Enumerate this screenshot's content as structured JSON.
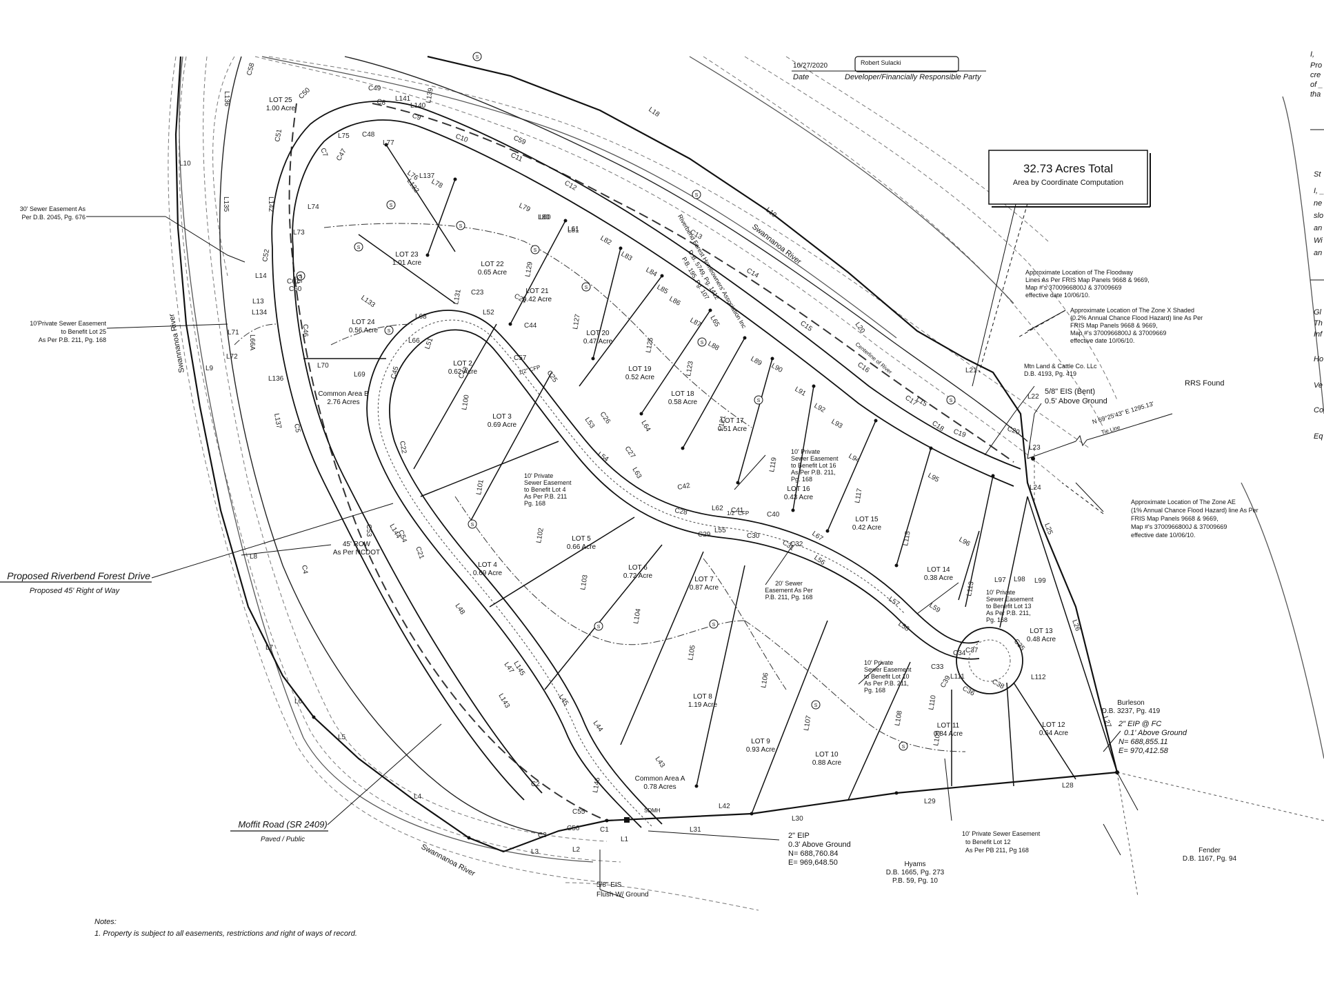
{
  "header": {
    "date_value": "10/27/2020",
    "date_label": "Date",
    "signature": "Robert Sulacki",
    "party_label": "Developer/Financially Responsible Party"
  },
  "acreage_box": {
    "total": "32.73 Acres Total",
    "method": "Area by Coordinate Computation"
  },
  "right_edge_text": [
    "Pro",
    "cre",
    "of _",
    "tha",
    "St",
    "I, _",
    "ne",
    "slo",
    "an",
    "Wi",
    "an",
    "Gl",
    "Th",
    "Inf",
    "Ho",
    "Ve",
    "Co",
    "Eq"
  ],
  "lots": [
    {
      "name": "LOT 25",
      "area": "1.00 Acre"
    },
    {
      "name": "LOT 23",
      "area": "1.01 Acre"
    },
    {
      "name": "LOT 22",
      "area": "0.65 Acre"
    },
    {
      "name": "LOT 21",
      "area": "0.42 Acre"
    },
    {
      "name": "LOT 24",
      "area": "0.56 Acre"
    },
    {
      "name": "LOT 20",
      "area": "0.47 Acre"
    },
    {
      "name": "LOT 19",
      "area": "0.52 Acre"
    },
    {
      "name": "LOT 2",
      "area": "0.62 Acre"
    },
    {
      "name": "LOT 18",
      "area": "0.58 Acre"
    },
    {
      "name": "LOT 3",
      "area": "0.69 Acre"
    },
    {
      "name": "LOT 17",
      "area": "0.51 Acre"
    },
    {
      "name": "LOT 16",
      "area": "0.43 Acre"
    },
    {
      "name": "LOT 15",
      "area": "0.42 Acre"
    },
    {
      "name": "LOT 5",
      "area": "0.66 Acre"
    },
    {
      "name": "LOT 4",
      "area": "0.69 Acre"
    },
    {
      "name": "LOT 6",
      "area": "0.72 Acre"
    },
    {
      "name": "LOT 7",
      "area": "0.87 Acre"
    },
    {
      "name": "LOT 14",
      "area": "0.38 Acre"
    },
    {
      "name": "LOT 13",
      "area": "0.48 Acre"
    },
    {
      "name": "LOT 8",
      "area": "1.19 Acre"
    },
    {
      "name": "LOT 11",
      "area": "0.84 Acre"
    },
    {
      "name": "LOT 12",
      "area": "0.64 Acre"
    },
    {
      "name": "LOT 9",
      "area": "0.93 Acre"
    },
    {
      "name": "LOT 10",
      "area": "0.88 Acre"
    }
  ],
  "common_areas": [
    {
      "name": "Common Area B",
      "area": "2.76 Acres"
    },
    {
      "name": "Common Area A",
      "area": "0.78 Acres"
    }
  ],
  "notes_left": {
    "sewer30": [
      "30' Sewer Easement As",
      "Per D.B. 2045, Pg. 676"
    ],
    "private10": [
      "10'Private Sewer Easement",
      "to Benefit Lot 25",
      "As Per P.B. 211, Pg. 168"
    ],
    "row45": [
      "45' ROW",
      "As Per NCDOT"
    ]
  },
  "hoa": [
    "Riverbend Forest Homeowners' Association Inc",
    "D.B. 5749, Pg. 1412",
    "P.B. 195, Pg. 107"
  ],
  "river_labels": {
    "upper": "Swannanoa River",
    "left": "Swannanoa River",
    "lower": "Swannanoa River",
    "centerline": "Centerline of River"
  },
  "floodway": [
    "Approximate Location of The Floodway",
    "Lines As Per FRIS Map Panels 9668 & 9669,",
    "Map #'s 3700966800J & 37009669",
    "effective date 10/06/10."
  ],
  "zone_x": [
    "Approximate Location of The Zone X Shaded",
    "(0.2% Annual Chance Flood Hazard) line As Per",
    "FRIS Map Panels 9668 & 9669,",
    "Map #'s 3700966800J & 37009669",
    "effective date 10/06/10."
  ],
  "zone_ae": [
    "Approximate Location of The Zone AE",
    "(1% Annual Chance Flood Hazard) line As Per",
    "FRIS Map Panels 9668 & 9669,",
    "Map #'s 3700966800J & 37009669",
    "effective date 10/06/10."
  ],
  "mtn_land": [
    "Mtn Land & Cattle Co. LLc",
    "D.B. 4193, Pg. 419"
  ],
  "eis_bent": [
    "5/8\" EIS (Bent)",
    "0.5' Above Ground"
  ],
  "rrs_found": "RRS Found",
  "tie_line": {
    "bearing": "N 69°25'43\" E 1295.13'",
    "label": "Tie Line"
  },
  "easement_lot16": [
    "10' Private",
    "Sewer Easement",
    "to Benefit Lot 16",
    "As Per P.B. 211,",
    "Pg. 168"
  ],
  "easement_lot4": [
    "10' Private",
    "Sewer Easement",
    "to Benefit Lot 4",
    "As Per P.B. 211",
    "Pg. 168"
  ],
  "easement_20": [
    "20' Sewer",
    "Easement As Per",
    "P.B. 211, Pg. 168"
  ],
  "easement_lot13": [
    "10' Private",
    "Sewer Easement",
    "to Benefit Lot 13",
    "As Per P.B. 211,",
    "Pg. 168"
  ],
  "easement_lot10": [
    "10' Private",
    "Sewer Easement",
    "to Benefit Lot 10",
    "As Per P.B. 211,",
    "Pg. 168"
  ],
  "easement_lot12": [
    "10' Private Sewer Easement",
    "to Benefit Lot 12",
    "As Per PB 211, Pg 168"
  ],
  "burleson": [
    "Burleson",
    "D.B. 3237, Pg. 419"
  ],
  "eip_fc": [
    "2\" EIP @ FC",
    "0.1' Above Ground",
    "N= 688,855.11",
    "E= 970,412.58"
  ],
  "eip_2": [
    "2\" EIP",
    "0.3' Above Ground",
    "N= 688,760.84",
    "E= 969,648.50"
  ],
  "hyams": [
    "Hyams",
    "D.B. 1665, Pg. 273",
    "P.B. 59, Pg. 10"
  ],
  "fender": [
    "Fender",
    "D.B. 1167, Pg. 94"
  ],
  "eis_flush": [
    "5/8\" EIS",
    "Flush W/ Ground"
  ],
  "drive": {
    "name": "Proposed Riverbend Forest Drive",
    "sub": "Proposed 45' Right of Way"
  },
  "moffit": {
    "name": "Moffit Road (SR 2409)",
    "sub": "Paved / Public"
  },
  "sdmh": "SDMH",
  "cfp": "1/2\" CFP",
  "notes": {
    "title": "Notes:",
    "item": "1. Property is subject to all easements, restrictions and right of ways of record."
  },
  "line_labels": [
    "L1",
    "L2",
    "L3",
    "L4",
    "L5",
    "L6",
    "L7",
    "L8",
    "L9",
    "L10",
    "L18",
    "L19",
    "L20",
    "L21",
    "L22",
    "L23",
    "L24",
    "L25",
    "L26",
    "L27",
    "L28",
    "L29",
    "L30",
    "L31",
    "L42",
    "L43",
    "L44",
    "L45",
    "L47",
    "L48",
    "L51",
    "L52",
    "L53",
    "L54",
    "L55",
    "L56",
    "L57",
    "L58",
    "L59",
    "L60",
    "L61",
    "L62",
    "L63",
    "L64",
    "L65",
    "L66",
    "L67",
    "L68",
    "L69",
    "L70",
    "L71",
    "L72",
    "L73",
    "L74",
    "L75",
    "L76",
    "L77",
    "L78",
    "L79",
    "L80",
    "L81",
    "L82",
    "L83",
    "L84",
    "L85",
    "L86",
    "L87",
    "L88",
    "L89",
    "L90",
    "L91",
    "L92",
    "L93",
    "L94",
    "L95",
    "L96",
    "L97",
    "L98",
    "L99",
    "L100",
    "L101",
    "L102",
    "L103",
    "L104",
    "L105",
    "L106",
    "L107",
    "L108",
    "L109",
    "L110",
    "L111",
    "L112",
    "L113",
    "L115",
    "L117",
    "L119",
    "L121",
    "L123",
    "L125",
    "L127",
    "L129",
    "L131",
    "L132",
    "L133",
    "L134",
    "L135",
    "L136",
    "L137",
    "L139",
    "L140",
    "L141",
    "L142",
    "L143",
    "L144",
    "L145",
    "L146",
    "C1",
    "C2",
    "C3",
    "C4",
    "C5",
    "C6",
    "C7",
    "C8",
    "C9",
    "C10",
    "C11",
    "C12",
    "C13",
    "C14",
    "C15",
    "C16",
    "C17",
    "C18",
    "C19",
    "C20",
    "C21",
    "C22",
    "C23",
    "C24",
    "C25",
    "C26",
    "C27",
    "C28",
    "C29",
    "C30",
    "C31",
    "C32",
    "C33",
    "C34",
    "C35",
    "C36",
    "C37",
    "C38",
    "C39",
    "C40",
    "C41",
    "C42",
    "C43",
    "C44",
    "C45",
    "C46",
    "C47",
    "C48",
    "C49",
    "C50",
    "C51",
    "C52",
    "C53",
    "C54",
    "C55",
    "C56",
    "C57",
    "C58",
    "C59",
    "C60",
    "C61",
    "L66A",
    "L136",
    "L137",
    "L13",
    "L14",
    "L15",
    "L16",
    "L17",
    "L11",
    "L12",
    "C18"
  ]
}
